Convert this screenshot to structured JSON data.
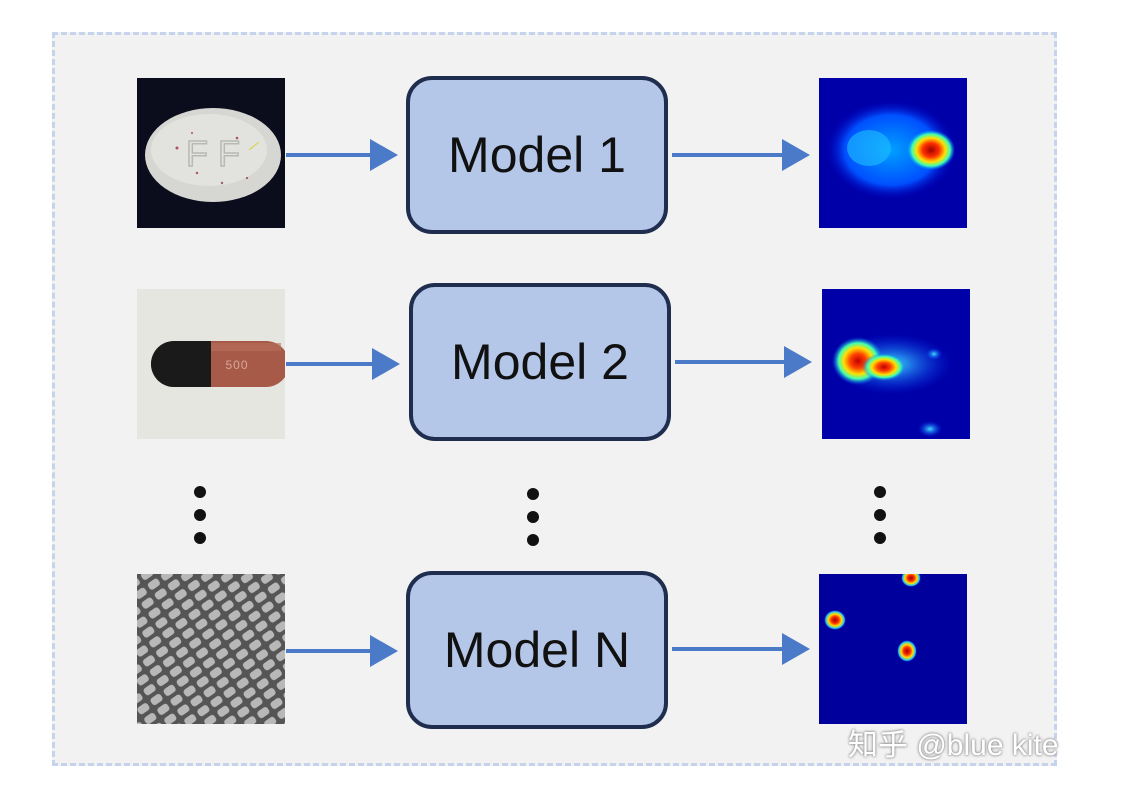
{
  "rows": [
    {
      "input": "pill-tablet-image",
      "model_label": "Model 1",
      "output": "heatmap-1"
    },
    {
      "input": "capsule-image",
      "model_label": "Model 2",
      "output": "heatmap-2",
      "capsule_text": "500"
    },
    {
      "input": "texture-mesh-image",
      "model_label": "Model N",
      "output": "heatmap-n"
    }
  ],
  "tablet_text": "F F",
  "colors": {
    "panel_bg": "#f2f2f3",
    "panel_border": "#c6d3ec",
    "model_fill": "#b5c7e9",
    "model_border": "#1f2e4e",
    "arrow": "#4a7ac8",
    "heatmap_bg": "#0000a0"
  },
  "watermark": "知乎 @blue kite"
}
